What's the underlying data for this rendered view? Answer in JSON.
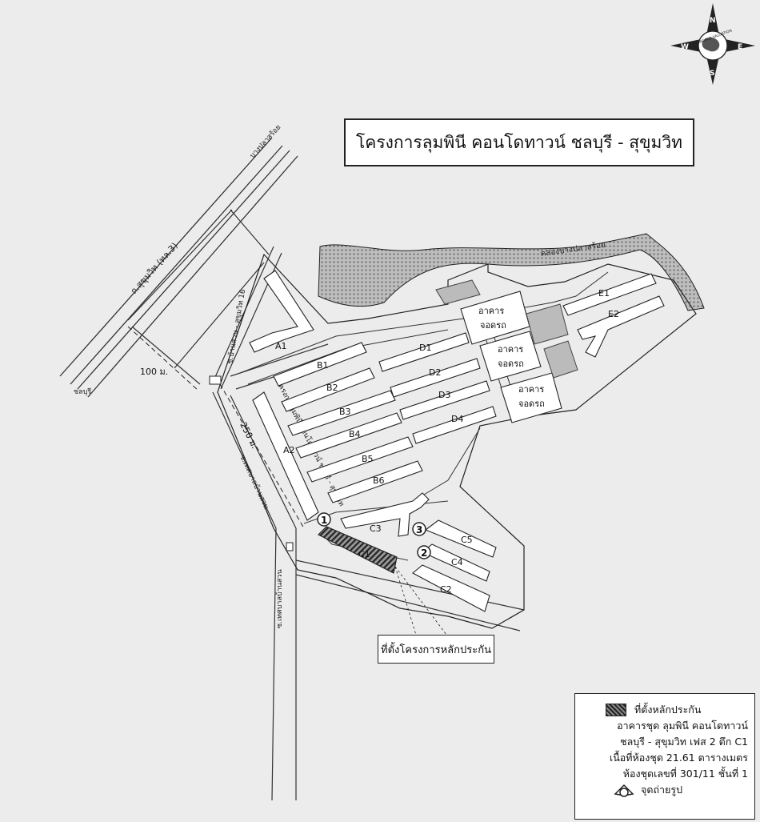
{
  "title": "โครงการลุมพินี คอนโดทาวน์ ชลบุรี - สุขุมวิท",
  "compass": {
    "n": "N",
    "s": "S",
    "e": "E",
    "w": "W",
    "logo_text": "WORLD VALUATION"
  },
  "roads": {
    "sukhumvit": "ถ.สุขุมวิท (ทล.3)",
    "to_chonburi": "ชลบุรี",
    "to_other": "บางปลาสร้อย",
    "soi": "ซ.บ้านสวน - สุขุมวิท 16",
    "soi_lower": "ซ.เทศบาลบ้านสวน",
    "soi_lower2": "ซ.เทศบาลบ้านสวน",
    "project_road": "ถ.โครงการลุมพินี คอนโดทาวน์ ชลบุรี - สุขุมวิท",
    "canal": "คลองบางปลาสร้อย"
  },
  "distances": {
    "d100": "100 ม.",
    "d250": "250 ม."
  },
  "buildings": {
    "A1": "A1",
    "A2": "A2",
    "B1": "B1",
    "B2": "B2",
    "B3": "B3",
    "B4": "B4",
    "B5": "B5",
    "B6": "B6",
    "C1": "C1",
    "C2": "C2",
    "C3": "C3",
    "C4": "C4",
    "C5": "C5",
    "D1": "D1",
    "D2": "D2",
    "D3": "D3",
    "D4": "D4",
    "E1": "E1",
    "E2": "E2"
  },
  "parking": {
    "line1": "อาคาร",
    "line2": "จอดรถ"
  },
  "photo_points": [
    "1",
    "2",
    "3"
  ],
  "callout": "ที่ตั้งโครงการหลักประกัน",
  "legend": {
    "collateral_label": "ที่ตั้งหลักประกัน",
    "line1": "อาคารชุด ลุมพินี คอนโดทาวน์",
    "line2": "ชลบุรี - สุขุมวิท เฟส 2  ตึก C1",
    "line3": "เนื้อที่ห้องชุด  21.61  ตารางเมตร",
    "line4": "ห้องชุดเลขที่  301/11  ชั้นที่ 1",
    "photo_label": "จุดถ่ายรูป"
  }
}
